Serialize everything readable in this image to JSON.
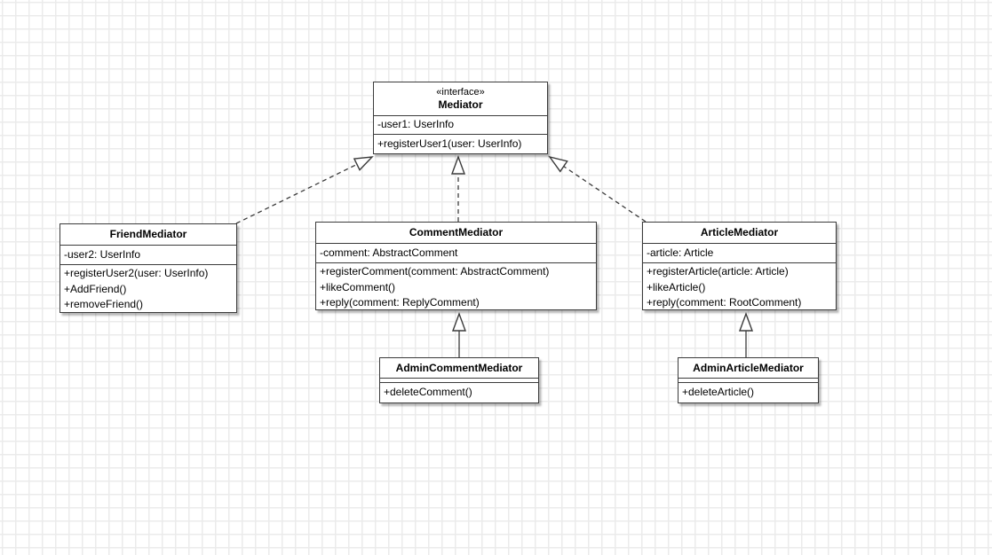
{
  "canvas": {
    "background_color": "#ffffff",
    "grid_color": "#ebebeb",
    "shape_border_color": "#3b3b3b"
  },
  "classes": [
    {
      "id": "mediator",
      "stereotype": "«interface»",
      "name": "Mediator",
      "attributes": [
        "-user1: UserInfo"
      ],
      "methods": [
        "+registerUser1(user: UserInfo)"
      ]
    },
    {
      "id": "friend-mediator",
      "name": "FriendMediator",
      "attributes": [
        "-user2: UserInfo"
      ],
      "methods": [
        "+registerUser2(user: UserInfo)",
        "+AddFriend()",
        "+removeFriend()"
      ]
    },
    {
      "id": "comment-mediator",
      "name": "CommentMediator",
      "attributes": [
        "-comment: AbstractComment"
      ],
      "methods": [
        "+registerComment(comment: AbstractComment)",
        "+likeComment()",
        "+reply(comment: ReplyComment)"
      ]
    },
    {
      "id": "article-mediator",
      "name": "ArticleMediator",
      "attributes": [
        "-article: Article"
      ],
      "methods": [
        "+registerArticle(article: Article)",
        "+likeArticle()",
        "+reply(comment: RootComment)"
      ]
    },
    {
      "id": "admin-comment-mediator",
      "name": "AdminCommentMediator",
      "attributes": [],
      "methods": [
        "+deleteComment()"
      ]
    },
    {
      "id": "admin-article-mediator",
      "name": "AdminArticleMediator",
      "attributes": [],
      "methods": [
        "+deleteArticle()"
      ]
    }
  ],
  "edges": [
    {
      "type": "realization",
      "style": "dashed",
      "from": "FriendMediator",
      "to": "Mediator"
    },
    {
      "type": "realization",
      "style": "dashed",
      "from": "CommentMediator",
      "to": "Mediator"
    },
    {
      "type": "realization",
      "style": "dashed",
      "from": "ArticleMediator",
      "to": "Mediator"
    },
    {
      "type": "generalization",
      "style": "solid",
      "from": "AdminCommentMediator",
      "to": "CommentMediator"
    },
    {
      "type": "generalization",
      "style": "solid",
      "from": "AdminArticleMediator",
      "to": "ArticleMediator"
    }
  ]
}
